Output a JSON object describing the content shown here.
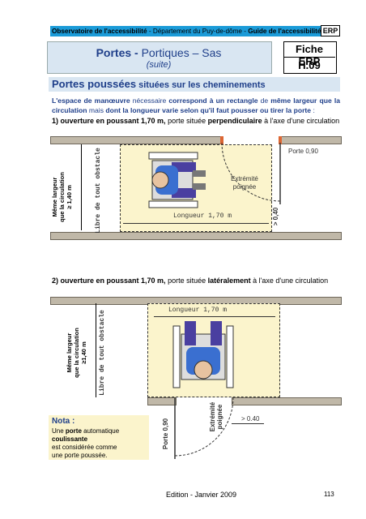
{
  "header": {
    "part1": "Observatoire de l'accessibilité",
    "part2": " - Département du Puy-de-dôme - ",
    "part3": "Guide de l'accessibilité",
    "badge": "ERP"
  },
  "title": {
    "main_bold": "Portes - ",
    "main_rest": "Portiques – Sas",
    "sub": "(suite)",
    "fiche_label": "Fiche ERP",
    "fiche_code": "H.09"
  },
  "section": {
    "title_main": "Portes poussées",
    "title_rest": " situées sur les cheminements"
  },
  "intro": {
    "t1": "L'espace de manœuvre",
    "t2": " nécessaire ",
    "t3": "correspond à un rectangle",
    "t4": " de ",
    "t5": "même largeur que la circulation",
    "t6": " mais ",
    "t7": "dont la longueur varie selon qu'il faut pousser ou tirer la porte",
    "t8": " :"
  },
  "case1": {
    "num": "1)",
    "bold": " ouverture en poussant 1,70 m,",
    "mid": " porte située ",
    "bold2": "perpendiculaire",
    "end": " à l'axe d'une circulation",
    "width_label_1": "Même largeur",
    "width_label_2": "que la circulation",
    "width_label_3": "≥ 1,40  m",
    "obstacle_label": "Libre de tout obstacle",
    "length_label": "Longueur 1,70 m",
    "door_label": "Porte 0,90",
    "handle_label_1": "Extrémité",
    "handle_label_2": "poignée",
    "offset_label": "> 0,40"
  },
  "case2": {
    "num": "2)",
    "bold": " ouverture en poussant 1,70 m,",
    "mid": " porte située ",
    "bold2": "latéralement",
    "end": " à l'axe d'une circulation",
    "width_label_1": "Même largeur",
    "width_label_2": "que la circulation",
    "width_label_3": "≥1,40 m",
    "obstacle_label": "Libre de tout obstacle",
    "length_label": "Longueur 1,70 m",
    "door_label": "Porte 0,90",
    "handle_label_1": "Extrémité",
    "handle_label_2": "poignée",
    "offset_label": "> 0.40"
  },
  "note": {
    "title": "Nota :",
    "l1a": "Une ",
    "l1b": "porte",
    "l1c": " automatique ",
    "l1d": "coulissante",
    "l2": "est considérée comme",
    "l3": "une porte poussée."
  },
  "footer": {
    "edition": "Edition - Janvier 2009",
    "page": "113"
  },
  "colors": {
    "header_bar": "#1b9bd8",
    "title_blue": "#1f3f8a",
    "zone_fill": "#fbf4cc",
    "wall": "#c0b8a8"
  }
}
